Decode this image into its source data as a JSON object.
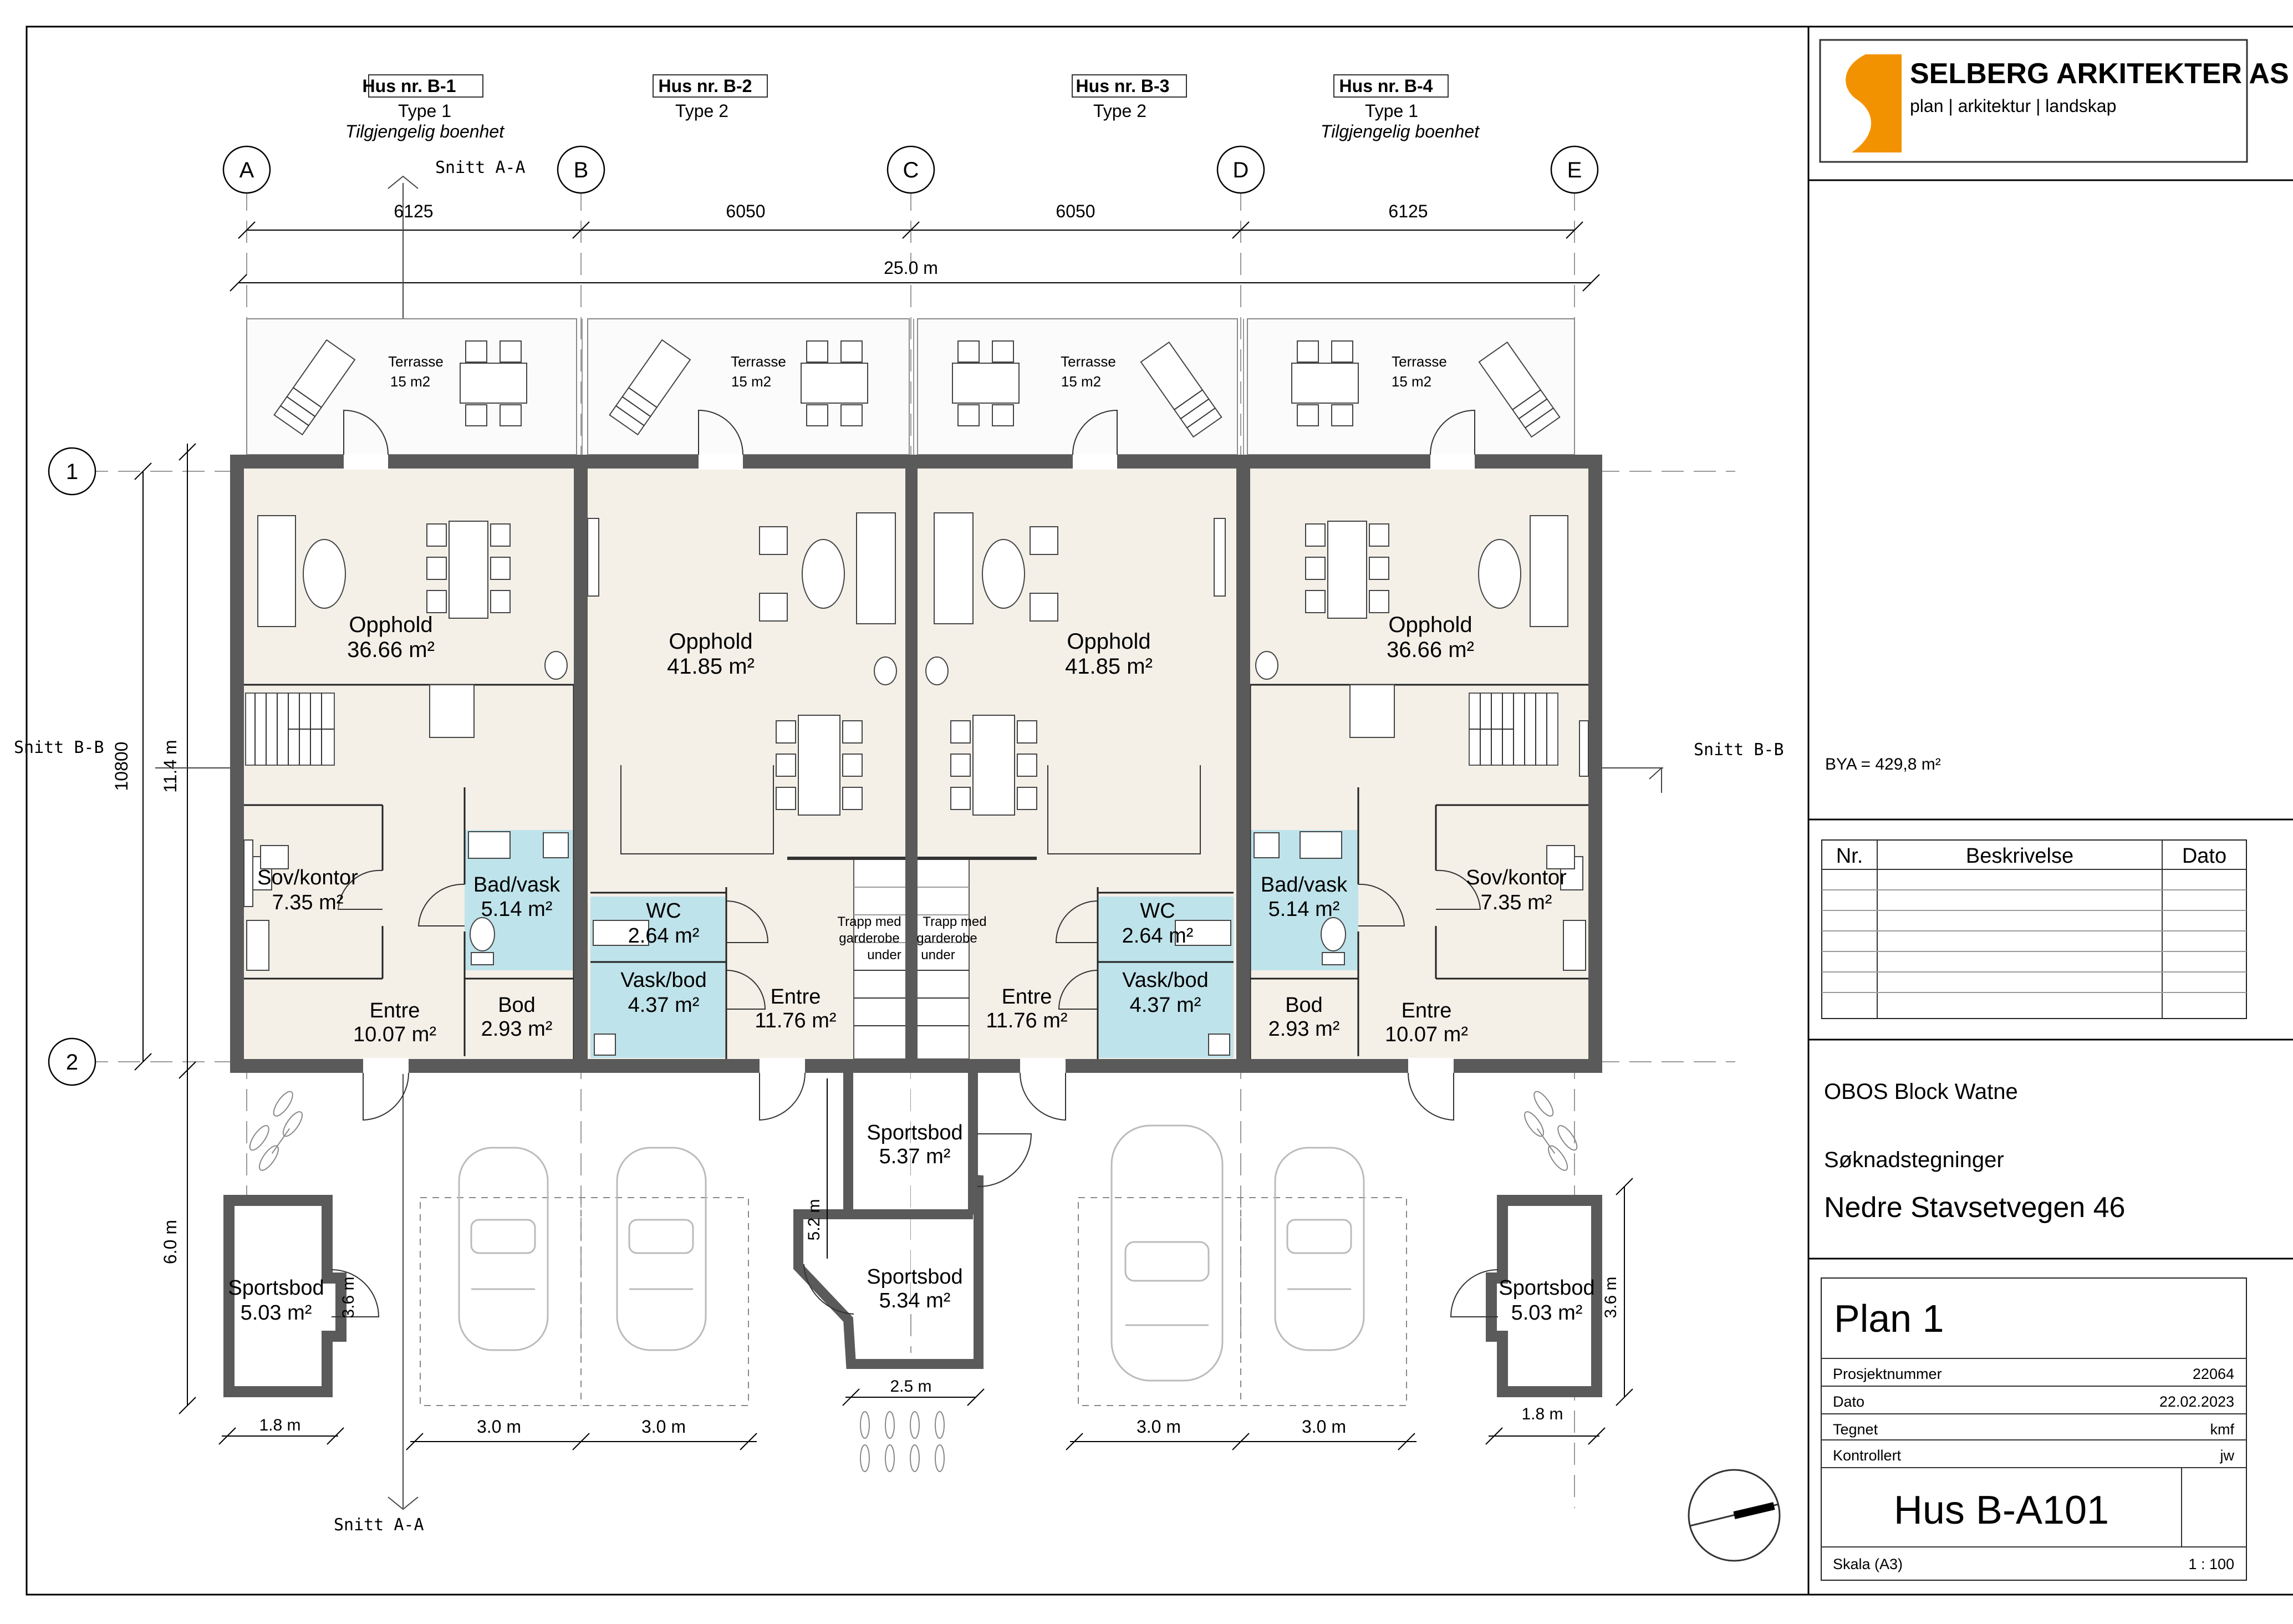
{
  "title_block": {
    "logo": {
      "name": "SELBERG ARKITEKTER AS",
      "tagline": "plan | arkitektur | landskap",
      "color": "#f39200"
    },
    "bya": "BYA = 429,8 m²",
    "revision_headers": {
      "nr": "Nr.",
      "beskrivelse": "Beskrivelse",
      "dato": "Dato"
    },
    "client": "OBOS Block Watne",
    "phase": "Søknadstegninger",
    "address": "Nedre Stavsetvegen 46",
    "plan": "Plan 1",
    "fields": [
      {
        "label": "Prosjektnummer",
        "value": "22064"
      },
      {
        "label": "Dato",
        "value": "22.02.2023"
      },
      {
        "label": "Tegnet",
        "value": "kmf"
      },
      {
        "label": "Kontrollert",
        "value": "jw"
      }
    ],
    "drawing_no": "Hus B-A101",
    "scale_label": "Skala (A3)",
    "scale_value": "1 : 100"
  },
  "houses": [
    {
      "name": "Hus nr. B-1",
      "type": "Type 1",
      "note": "Tilgjengelig boenhet"
    },
    {
      "name": "Hus nr. B-2",
      "type": "Type 2",
      "note": ""
    },
    {
      "name": "Hus nr. B-3",
      "type": "Type 2",
      "note": ""
    },
    {
      "name": "Hus nr. B-4",
      "type": "Type 1",
      "note": "Tilgjengelig boenhet"
    }
  ],
  "axes": {
    "columns": [
      "A",
      "B",
      "C",
      "D",
      "E"
    ],
    "rows": [
      "1",
      "2"
    ]
  },
  "dimensions": {
    "spans": [
      "6125",
      "6050",
      "6050",
      "6125"
    ],
    "total": "25.0 m",
    "depth": "10800",
    "depth_m": "11.4 m",
    "outdoor_depth": "6.0 m",
    "bod_depth_left": "3.6 m",
    "bod_depth_right": "3.6 m",
    "bod_width_left": "1.8 m",
    "bod_width_right": "1.8 m",
    "parking": [
      "3.0 m",
      "3.0 m",
      "3.0 m",
      "3.0 m"
    ],
    "center_bod_depth": "5.2 m",
    "center_bod_width": "2.5 m"
  },
  "sections": {
    "aa": "Snitt A-A",
    "bb": "Snitt B-B"
  },
  "terraces": {
    "label": "Terrasse",
    "area": "15 m2"
  },
  "rooms": {
    "opphold_1": {
      "name": "Opphold",
      "area": "36.66 m²"
    },
    "opphold_2": {
      "name": "Opphold",
      "area": "41.85 m²"
    },
    "opphold_3": {
      "name": "Opphold",
      "area": "41.85 m²"
    },
    "opphold_4": {
      "name": "Opphold",
      "area": "36.66 m²"
    },
    "sov_1": {
      "name": "Sov/kontor",
      "area": "7.35 m²"
    },
    "sov_4": {
      "name": "Sov/kontor",
      "area": "7.35 m²"
    },
    "bad_1": {
      "name": "Bad/vask",
      "area": "5.14 m²"
    },
    "bad_4": {
      "name": "Bad/vask",
      "area": "5.14 m²"
    },
    "entre_1": {
      "name": "Entre",
      "area": "10.07 m²"
    },
    "entre_2": {
      "name": "Entre",
      "area": "11.76 m²"
    },
    "entre_3": {
      "name": "Entre",
      "area": "11.76 m²"
    },
    "entre_4": {
      "name": "Entre",
      "area": "10.07 m²"
    },
    "bod_1": {
      "name": "Bod",
      "area": "2.93 m²"
    },
    "bod_4": {
      "name": "Bod",
      "area": "2.93 m²"
    },
    "wc_2": {
      "name": "WC",
      "area": "2.64 m²"
    },
    "wc_3": {
      "name": "WC",
      "area": "2.64 m²"
    },
    "vask_2": {
      "name": "Vask/bod",
      "area": "4.37 m²"
    },
    "vask_3": {
      "name": "Vask/bod",
      "area": "4.37 m²"
    },
    "stair_note": {
      "line1": "Trapp med",
      "line2": "garderobe",
      "line3": "under"
    },
    "sportsbod_left": {
      "name": "Sportsbod",
      "area": "5.03 m²"
    },
    "sportsbod_center_top": {
      "name": "Sportsbod",
      "area": "5.37 m²"
    },
    "sportsbod_center_bottom": {
      "name": "Sportsbod",
      "area": "5.34 m²"
    },
    "sportsbod_right": {
      "name": "Sportsbod",
      "area": "5.03 m²"
    }
  }
}
